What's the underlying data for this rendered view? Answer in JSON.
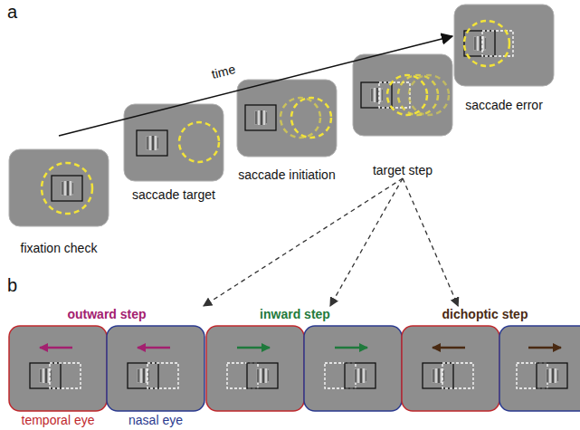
{
  "diagram": {
    "nodes": [
      {
        "text": [
          "fixation check"
        ]
      },
      {
        "text": [
          "saccade target"
        ]
      },
      {
        "text": [
          "saccade initiation"
        ]
      },
      {
        "text": [
          "target step"
        ]
      },
      {
        "text": [
          "saccade error"
        ]
      },
      {
        "text": [
          "outward step"
        ]
      },
      {
        "text": [
          "temporal eye"
        ],
        "in": 5
      },
      {
        "text": [
          "nasal eye"
        ],
        "in": 5
      },
      {
        "text": [
          "inward step"
        ]
      },
      {
        "text": [
          "dichoptic step"
        ]
      }
    ],
    "edges": [
      {
        "from": 3,
        "to": 5,
        "arrow": "to"
      },
      {
        "from": 3,
        "to": 8,
        "arrow": "to"
      },
      {
        "from": 3,
        "to": 9,
        "arrow": "to"
      }
    ],
    "labels": [
      "a",
      "b",
      "time"
    ]
  }
}
